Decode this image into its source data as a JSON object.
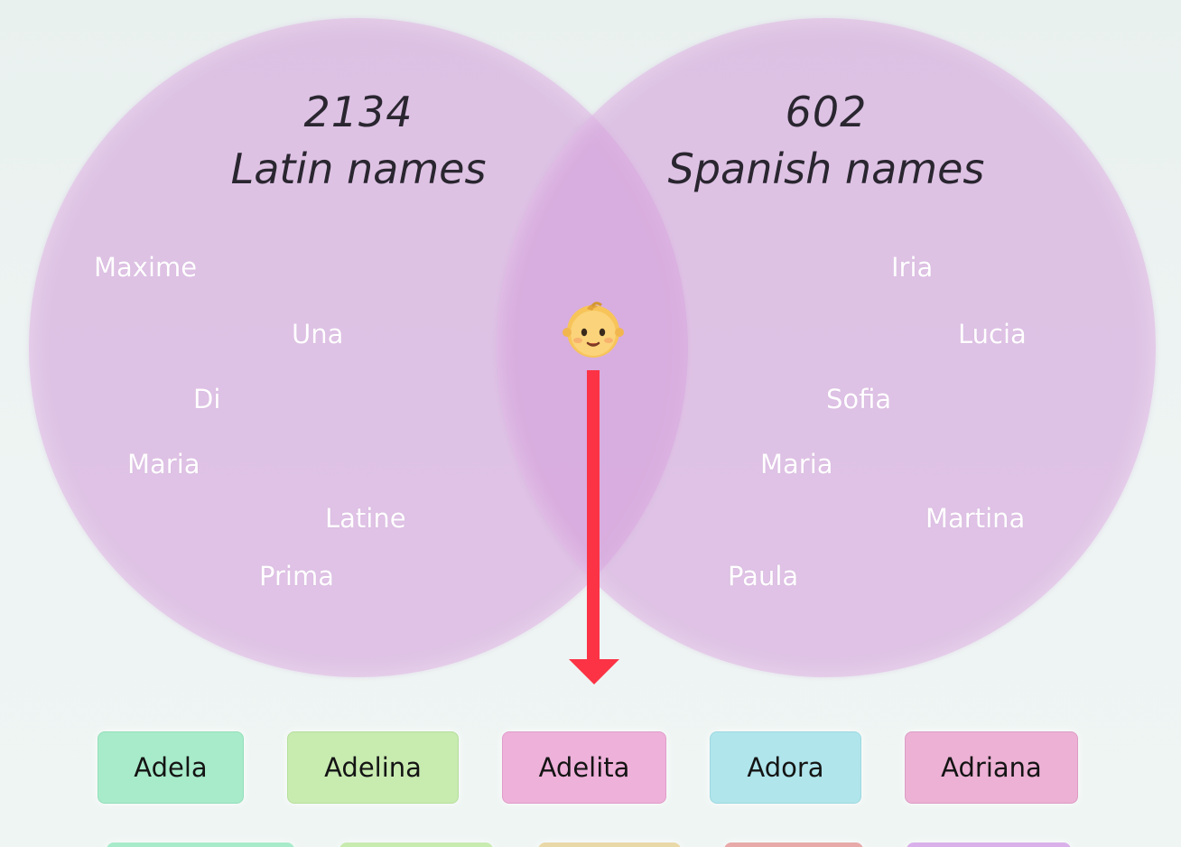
{
  "venn": {
    "left": {
      "count": "2134",
      "title": "Latin names",
      "names": [
        "Maxime",
        "Una",
        "Di",
        "Maria",
        "Latine",
        "Prima"
      ]
    },
    "right": {
      "count": "602",
      "title": "Spanish names",
      "names": [
        "Iria",
        "Lucia",
        "Sofia",
        "Maria",
        "Martina",
        "Paula"
      ]
    }
  },
  "icons": {
    "center": "baby-face-icon",
    "pointer": "down-arrow-icon"
  },
  "results": {
    "row1": [
      {
        "label": "Adela",
        "color": "#a8ebca"
      },
      {
        "label": "Adelina",
        "color": "#c8ebb0"
      },
      {
        "label": "Adelita",
        "color": "#eeb1da"
      },
      {
        "label": "Adora",
        "color": "#b0e5ec"
      },
      {
        "label": "Adriana",
        "color": "#ecb1d4"
      }
    ],
    "row2_colors": [
      "#a8ebca",
      "#c8ebb0",
      "#ead9a8",
      "#e8a9a9",
      "#d9b0ea"
    ]
  },
  "colors": {
    "circle_fill": "#d49eda",
    "arrow": "#fb3345",
    "background": "#ebf2f0"
  }
}
